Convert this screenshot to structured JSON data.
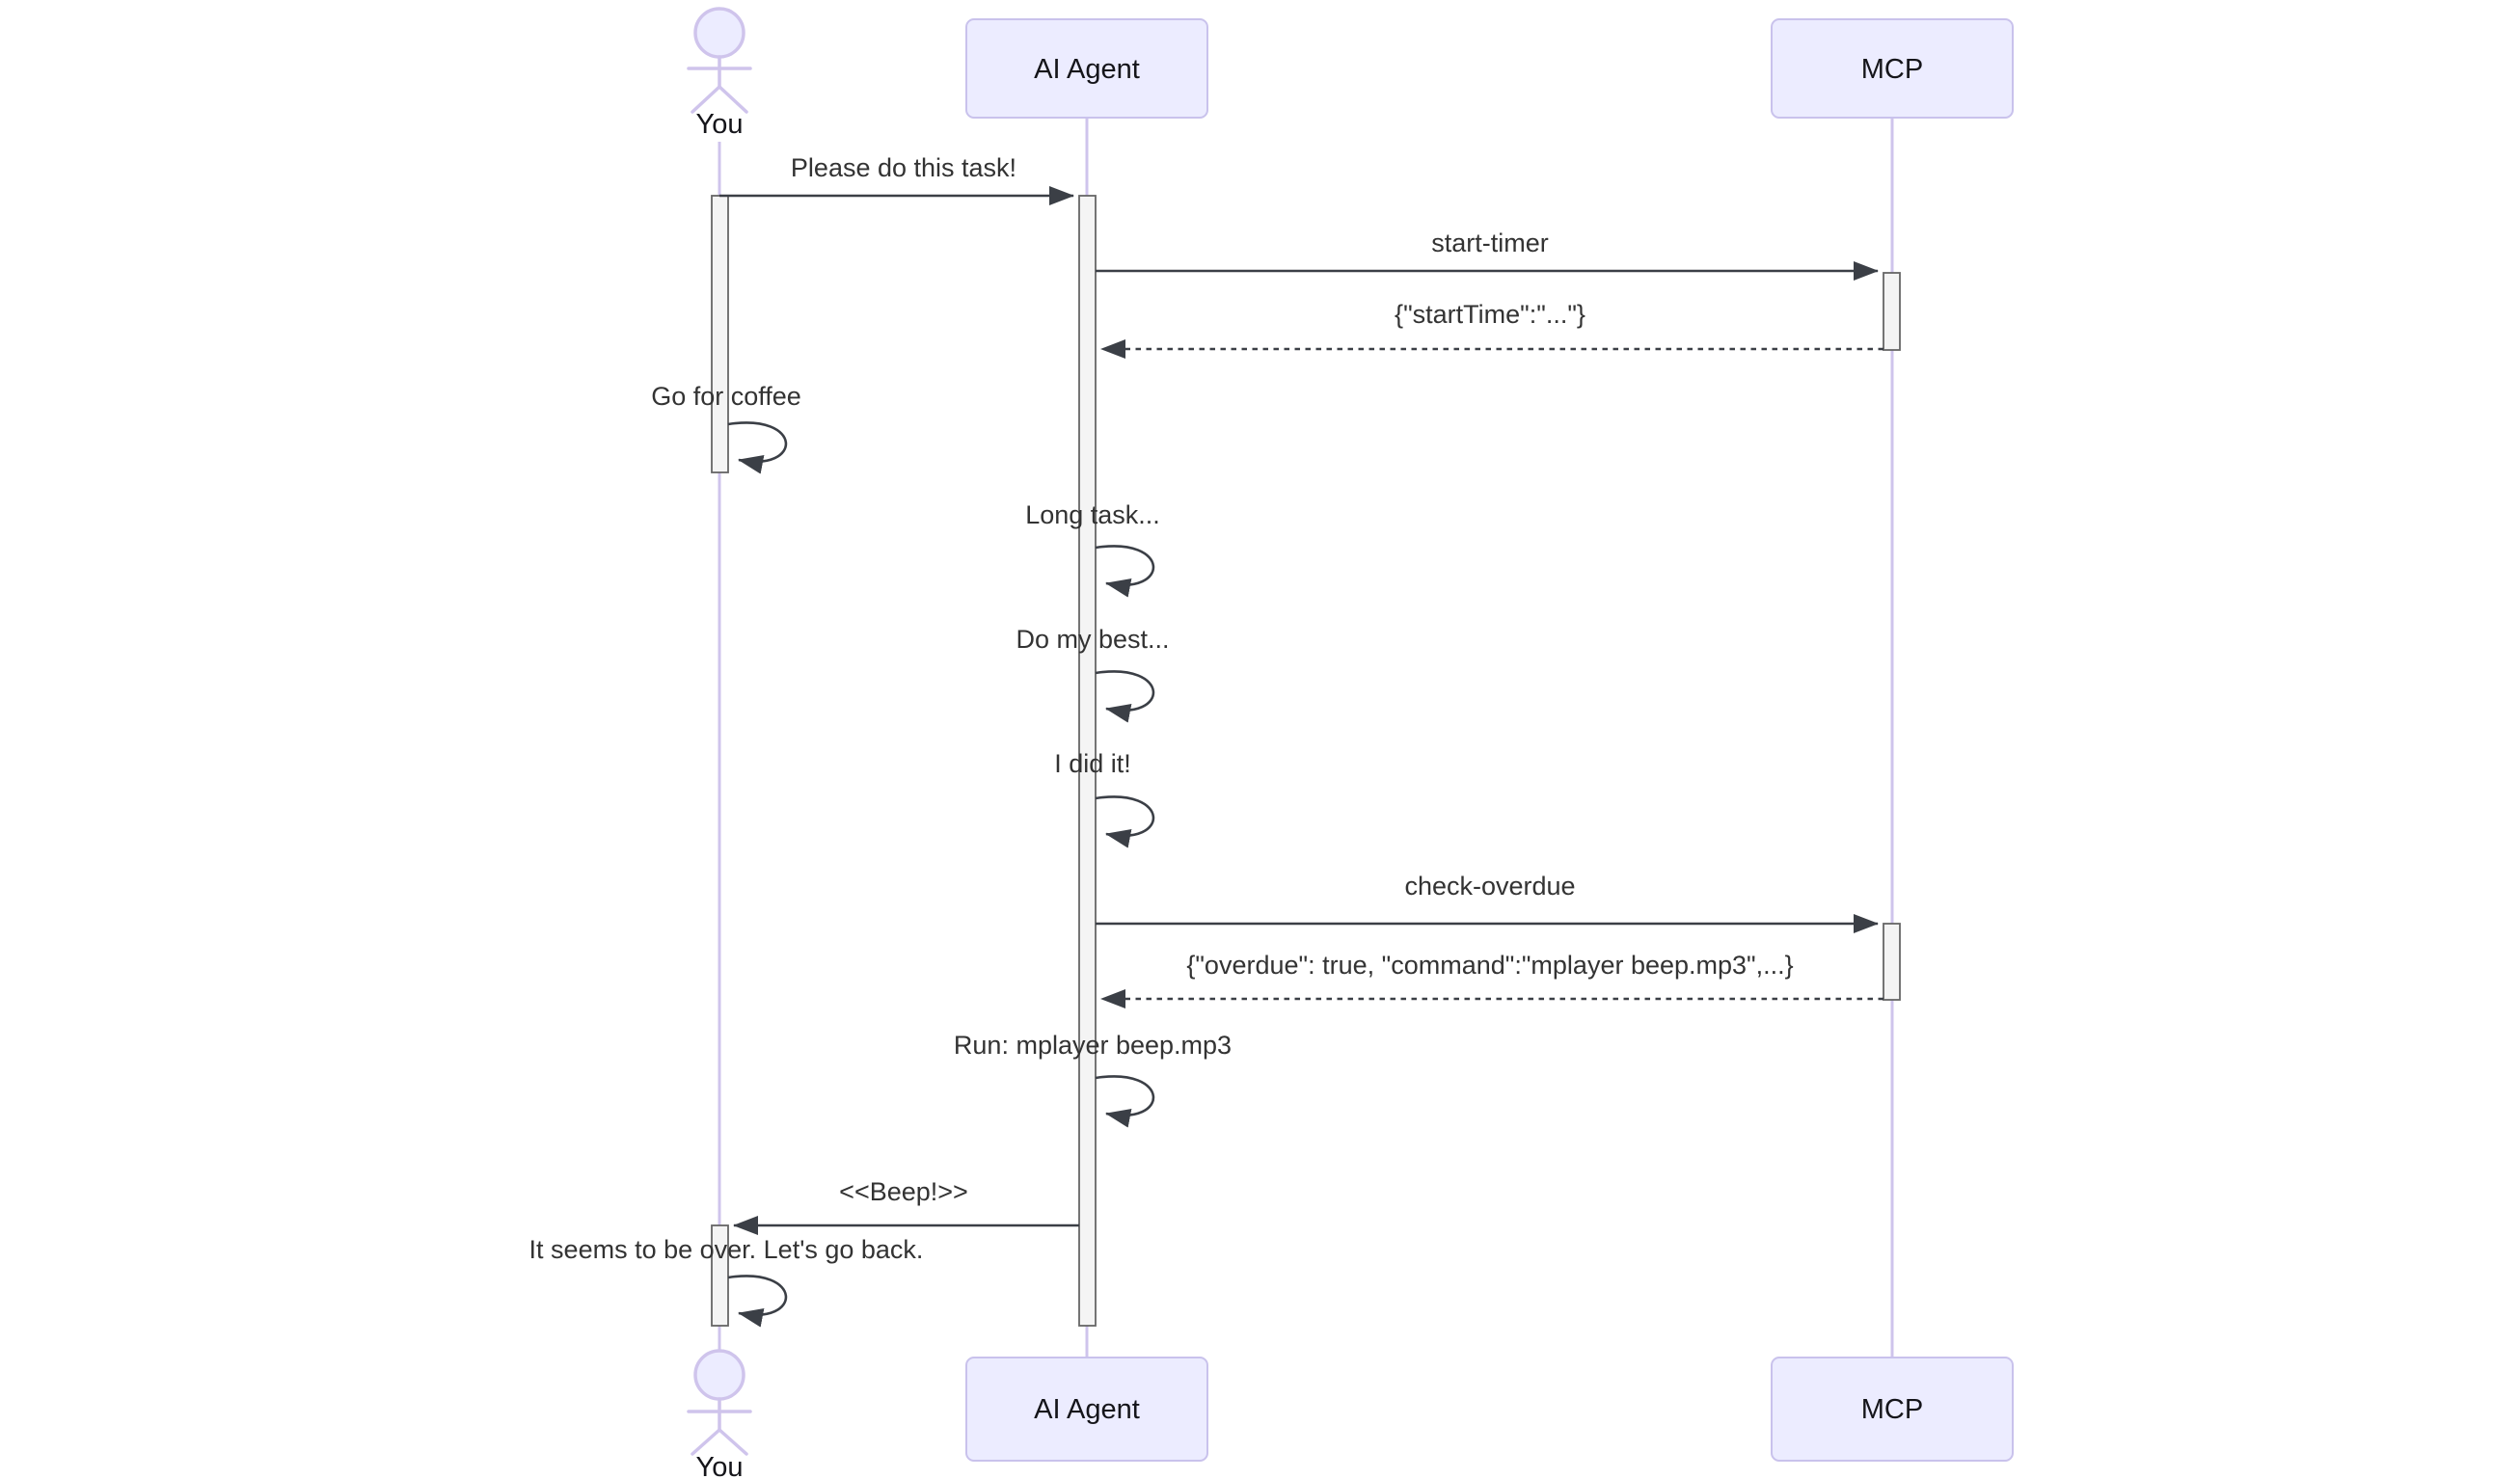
{
  "diagram": {
    "kind": "sequence-diagram",
    "participants": [
      {
        "id": "you",
        "label": "You",
        "type": "actor"
      },
      {
        "id": "ai_agent",
        "label": "AI Agent",
        "type": "participant"
      },
      {
        "id": "mcp",
        "label": "MCP",
        "type": "participant"
      }
    ],
    "messages": [
      {
        "from": "You",
        "to": "AI Agent",
        "label": "Please do this task!",
        "line": "solid"
      },
      {
        "from": "AI Agent",
        "to": "MCP",
        "label": "start-timer",
        "line": "solid"
      },
      {
        "from": "MCP",
        "to": "AI Agent",
        "label": "{\"startTime\":\"...\"}",
        "line": "dotted"
      },
      {
        "from": "You",
        "to": "You",
        "label": "Go for coffee",
        "line": "self"
      },
      {
        "from": "AI Agent",
        "to": "AI Agent",
        "label": "Long task...",
        "line": "self"
      },
      {
        "from": "AI Agent",
        "to": "AI Agent",
        "label": "Do my best...",
        "line": "self"
      },
      {
        "from": "AI Agent",
        "to": "AI Agent",
        "label": "I did it!",
        "line": "self"
      },
      {
        "from": "AI Agent",
        "to": "MCP",
        "label": "check-overdue",
        "line": "solid"
      },
      {
        "from": "MCP",
        "to": "AI Agent",
        "label": "{\"overdue\": true, \"command\":\"mplayer beep.mp3\",...}",
        "line": "dotted"
      },
      {
        "from": "AI Agent",
        "to": "AI Agent",
        "label": "Run: mplayer beep.mp3",
        "line": "self"
      },
      {
        "from": "AI Agent",
        "to": "You",
        "label": "<<Beep!>>",
        "line": "solid"
      },
      {
        "from": "You",
        "to": "You",
        "label": "It seems to be over. Let's go back.",
        "line": "self"
      }
    ],
    "colors": {
      "background": "#FFFFFF",
      "participant_fill": "#ECECFF",
      "participant_border": "#C9C2EC",
      "lifeline": "#CFC4EC",
      "activation_fill": "#F4F4F4",
      "activation_border": "#666666",
      "arrow": "#3B3F46",
      "message_text": "#333333",
      "label_text": "#15151A"
    }
  }
}
